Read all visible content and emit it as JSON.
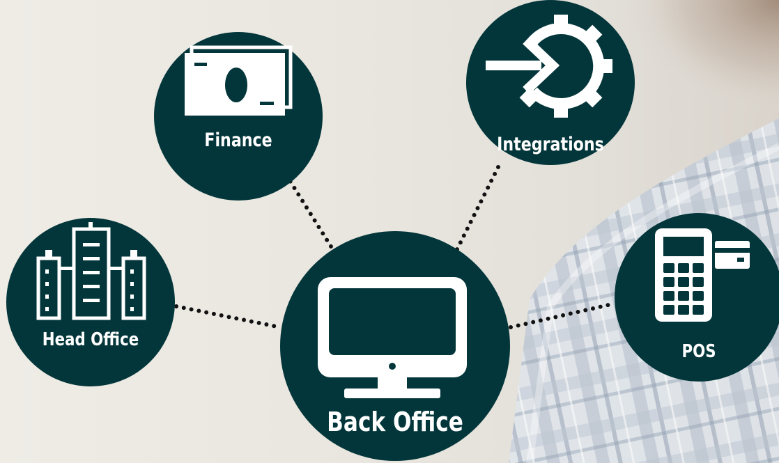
{
  "nodes": {
    "finance": {
      "label": "Finance",
      "icon": "banknote-icon"
    },
    "integrations": {
      "label": "Integrations",
      "icon": "arrow-into-gear-icon"
    },
    "head_office": {
      "label": "Head Office",
      "icon": "office-buildings-icon"
    },
    "pos": {
      "label": "POS",
      "icon": "calculator-card-icon"
    },
    "back_office": {
      "label": "Back Office",
      "icon": "desktop-monitor-icon"
    }
  },
  "colors": {
    "node_fill": "#03363a",
    "icon_fg": "#ffffff",
    "connector": "#111111"
  }
}
